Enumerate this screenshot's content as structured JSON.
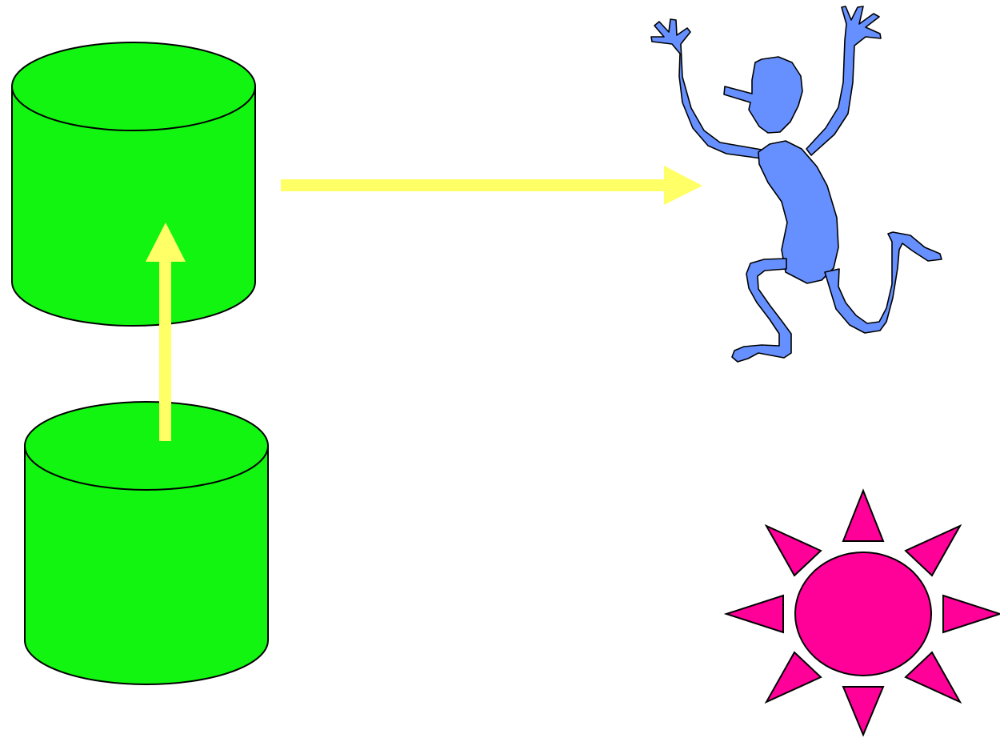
{
  "diagram": {
    "background": "#ffffff",
    "colors": {
      "cylinder_fill": "#11f511",
      "arrow_fill": "#ffff66",
      "figure_fill": "#6690ff",
      "sun_fill": "#ff0099",
      "stroke": "#000000"
    },
    "shapes": [
      {
        "name": "upper-database-cylinder",
        "kind": "cylinder-icon"
      },
      {
        "name": "lower-database-cylinder",
        "kind": "cylinder-icon"
      },
      {
        "name": "up-arrow",
        "kind": "arrow-up-icon"
      },
      {
        "name": "right-arrow",
        "kind": "arrow-right-icon"
      },
      {
        "name": "dancing-figure",
        "kind": "person-icon"
      },
      {
        "name": "sun",
        "kind": "sun-icon"
      }
    ]
  }
}
